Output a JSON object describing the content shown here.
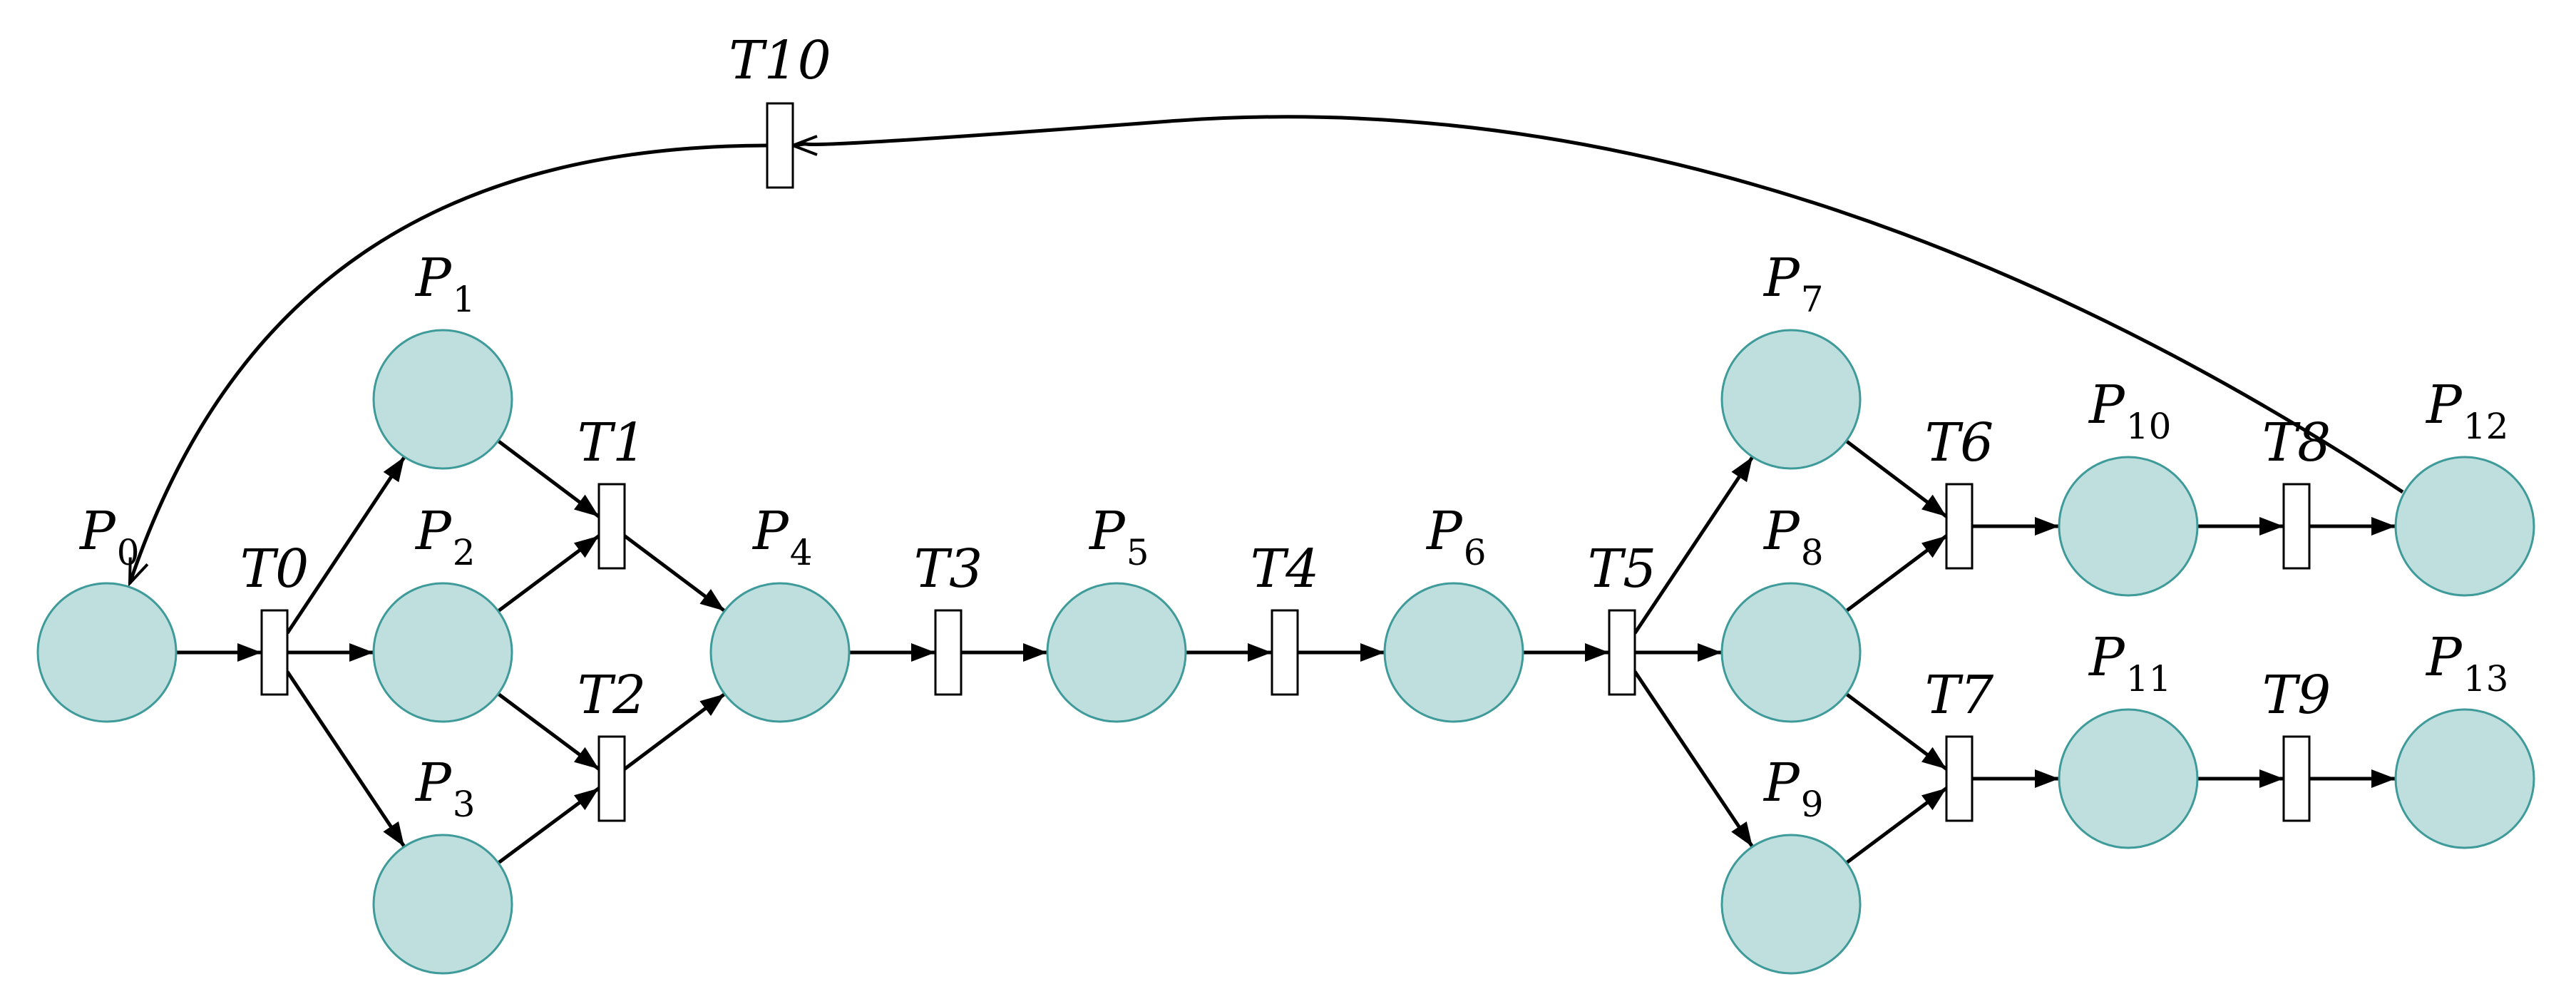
{
  "places": [
    {
      "id": "p0",
      "letter": "P",
      "sub": "0"
    },
    {
      "id": "p1",
      "letter": "P",
      "sub": "1"
    },
    {
      "id": "p2",
      "letter": "P",
      "sub": "2"
    },
    {
      "id": "p3",
      "letter": "P",
      "sub": "3"
    },
    {
      "id": "p4",
      "letter": "P",
      "sub": "4"
    },
    {
      "id": "p5",
      "letter": "P",
      "sub": "5"
    },
    {
      "id": "p6",
      "letter": "P",
      "sub": "6"
    },
    {
      "id": "p7",
      "letter": "P",
      "sub": "7"
    },
    {
      "id": "p8",
      "letter": "P",
      "sub": "8"
    },
    {
      "id": "p9",
      "letter": "P",
      "sub": "9"
    },
    {
      "id": "p10",
      "letter": "P",
      "sub": "10"
    },
    {
      "id": "p11",
      "letter": "P",
      "sub": "11"
    },
    {
      "id": "p12",
      "letter": "P",
      "sub": "12"
    },
    {
      "id": "p13",
      "letter": "P",
      "sub": "13"
    }
  ],
  "transitions": [
    {
      "id": "t0",
      "label": "T0"
    },
    {
      "id": "t1",
      "label": "T1"
    },
    {
      "id": "t2",
      "label": "T2"
    },
    {
      "id": "t3",
      "label": "T3"
    },
    {
      "id": "t4",
      "label": "T4"
    },
    {
      "id": "t5",
      "label": "T5"
    },
    {
      "id": "t6",
      "label": "T6"
    },
    {
      "id": "t7",
      "label": "T7"
    },
    {
      "id": "t8",
      "label": "T8"
    },
    {
      "id": "t9",
      "label": "T9"
    },
    {
      "id": "t10",
      "label": "T10"
    }
  ],
  "arcs": [
    [
      "p0",
      "t0"
    ],
    [
      "t0",
      "p1"
    ],
    [
      "t0",
      "p2"
    ],
    [
      "t0",
      "p3"
    ],
    [
      "p1",
      "t1"
    ],
    [
      "p2",
      "t1"
    ],
    [
      "p2",
      "t2"
    ],
    [
      "p3",
      "t2"
    ],
    [
      "t1",
      "p4"
    ],
    [
      "t2",
      "p4"
    ],
    [
      "p4",
      "t3"
    ],
    [
      "t3",
      "p5"
    ],
    [
      "p5",
      "t4"
    ],
    [
      "t4",
      "p6"
    ],
    [
      "p6",
      "t5"
    ],
    [
      "t5",
      "p7"
    ],
    [
      "t5",
      "p8"
    ],
    [
      "t5",
      "p9"
    ],
    [
      "p7",
      "t6"
    ],
    [
      "p8",
      "t6"
    ],
    [
      "p8",
      "t7"
    ],
    [
      "p9",
      "t7"
    ],
    [
      "t6",
      "p10"
    ],
    [
      "t7",
      "p11"
    ],
    [
      "p10",
      "t8"
    ],
    [
      "t8",
      "p12"
    ],
    [
      "p11",
      "t9"
    ],
    [
      "t9",
      "p13"
    ],
    [
      "p12",
      "t10"
    ],
    [
      "t10",
      "p0"
    ]
  ],
  "colors": {
    "place_fill": "#bfdfdf",
    "place_stroke": "#3f9a9a",
    "arc": "#000000"
  }
}
